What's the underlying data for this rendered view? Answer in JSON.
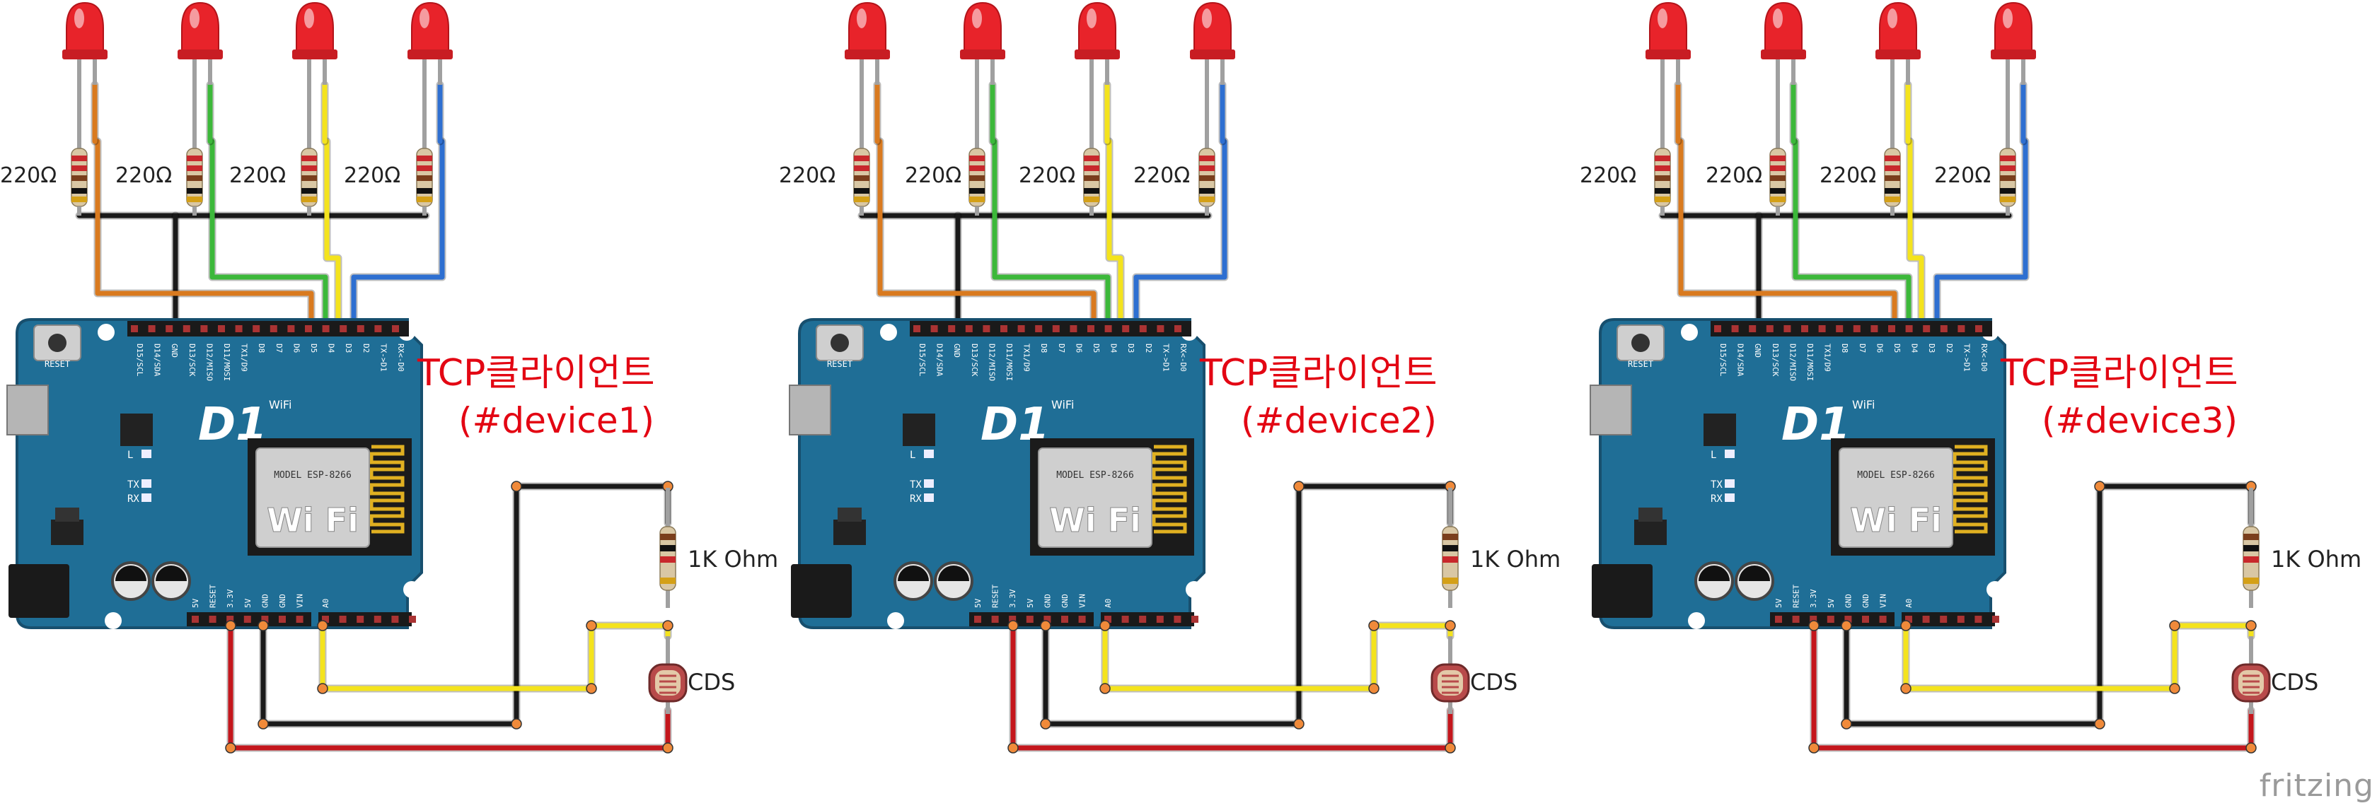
{
  "resistor_label": "220Ω",
  "ldr_resistor_label": "1K Ohm",
  "sensor_label": "CDS",
  "watermark": "fritzing",
  "board": {
    "logo": "D1",
    "wifi_small": "WiFi",
    "reset": "RESET",
    "led_l": "L",
    "led_tx": "TX",
    "led_rx": "RX",
    "module_model": "MODEL ESP-8266",
    "module_wifi": "Wi Fi",
    "top_pins": [
      "D15/SCL",
      "D14/SDA",
      "GND",
      "D13/SCK",
      "D12/MISO",
      "D11/MOSI",
      "TX1/D9",
      "D8",
      "D7",
      "D6",
      "D5",
      "D4",
      "D3",
      "D2",
      "TX->D1",
      "RX<-D0"
    ],
    "bottom_pins": [
      "5V",
      "RESET",
      "3.3V",
      "5V",
      "GND",
      "GND",
      "VIN",
      "A0"
    ]
  },
  "devices": [
    {
      "title": "TCP클라이언트",
      "subtitle": "(#device1)"
    },
    {
      "title": "TCP클라이언트",
      "subtitle": "(#device2)"
    },
    {
      "title": "TCP클라이언트",
      "subtitle": "(#device3)"
    }
  ],
  "colors": {
    "board": "#1f6e96",
    "board_dark": "#174f6e",
    "led": "#e8232a",
    "label_red": "#e30613",
    "wire_black": "#1a1a1a",
    "wire_orange": "#d97a1f",
    "wire_green": "#3cb83a",
    "wire_yellow": "#f4e31d",
    "wire_blue": "#2e6fd1",
    "wire_red": "#c4161c"
  }
}
